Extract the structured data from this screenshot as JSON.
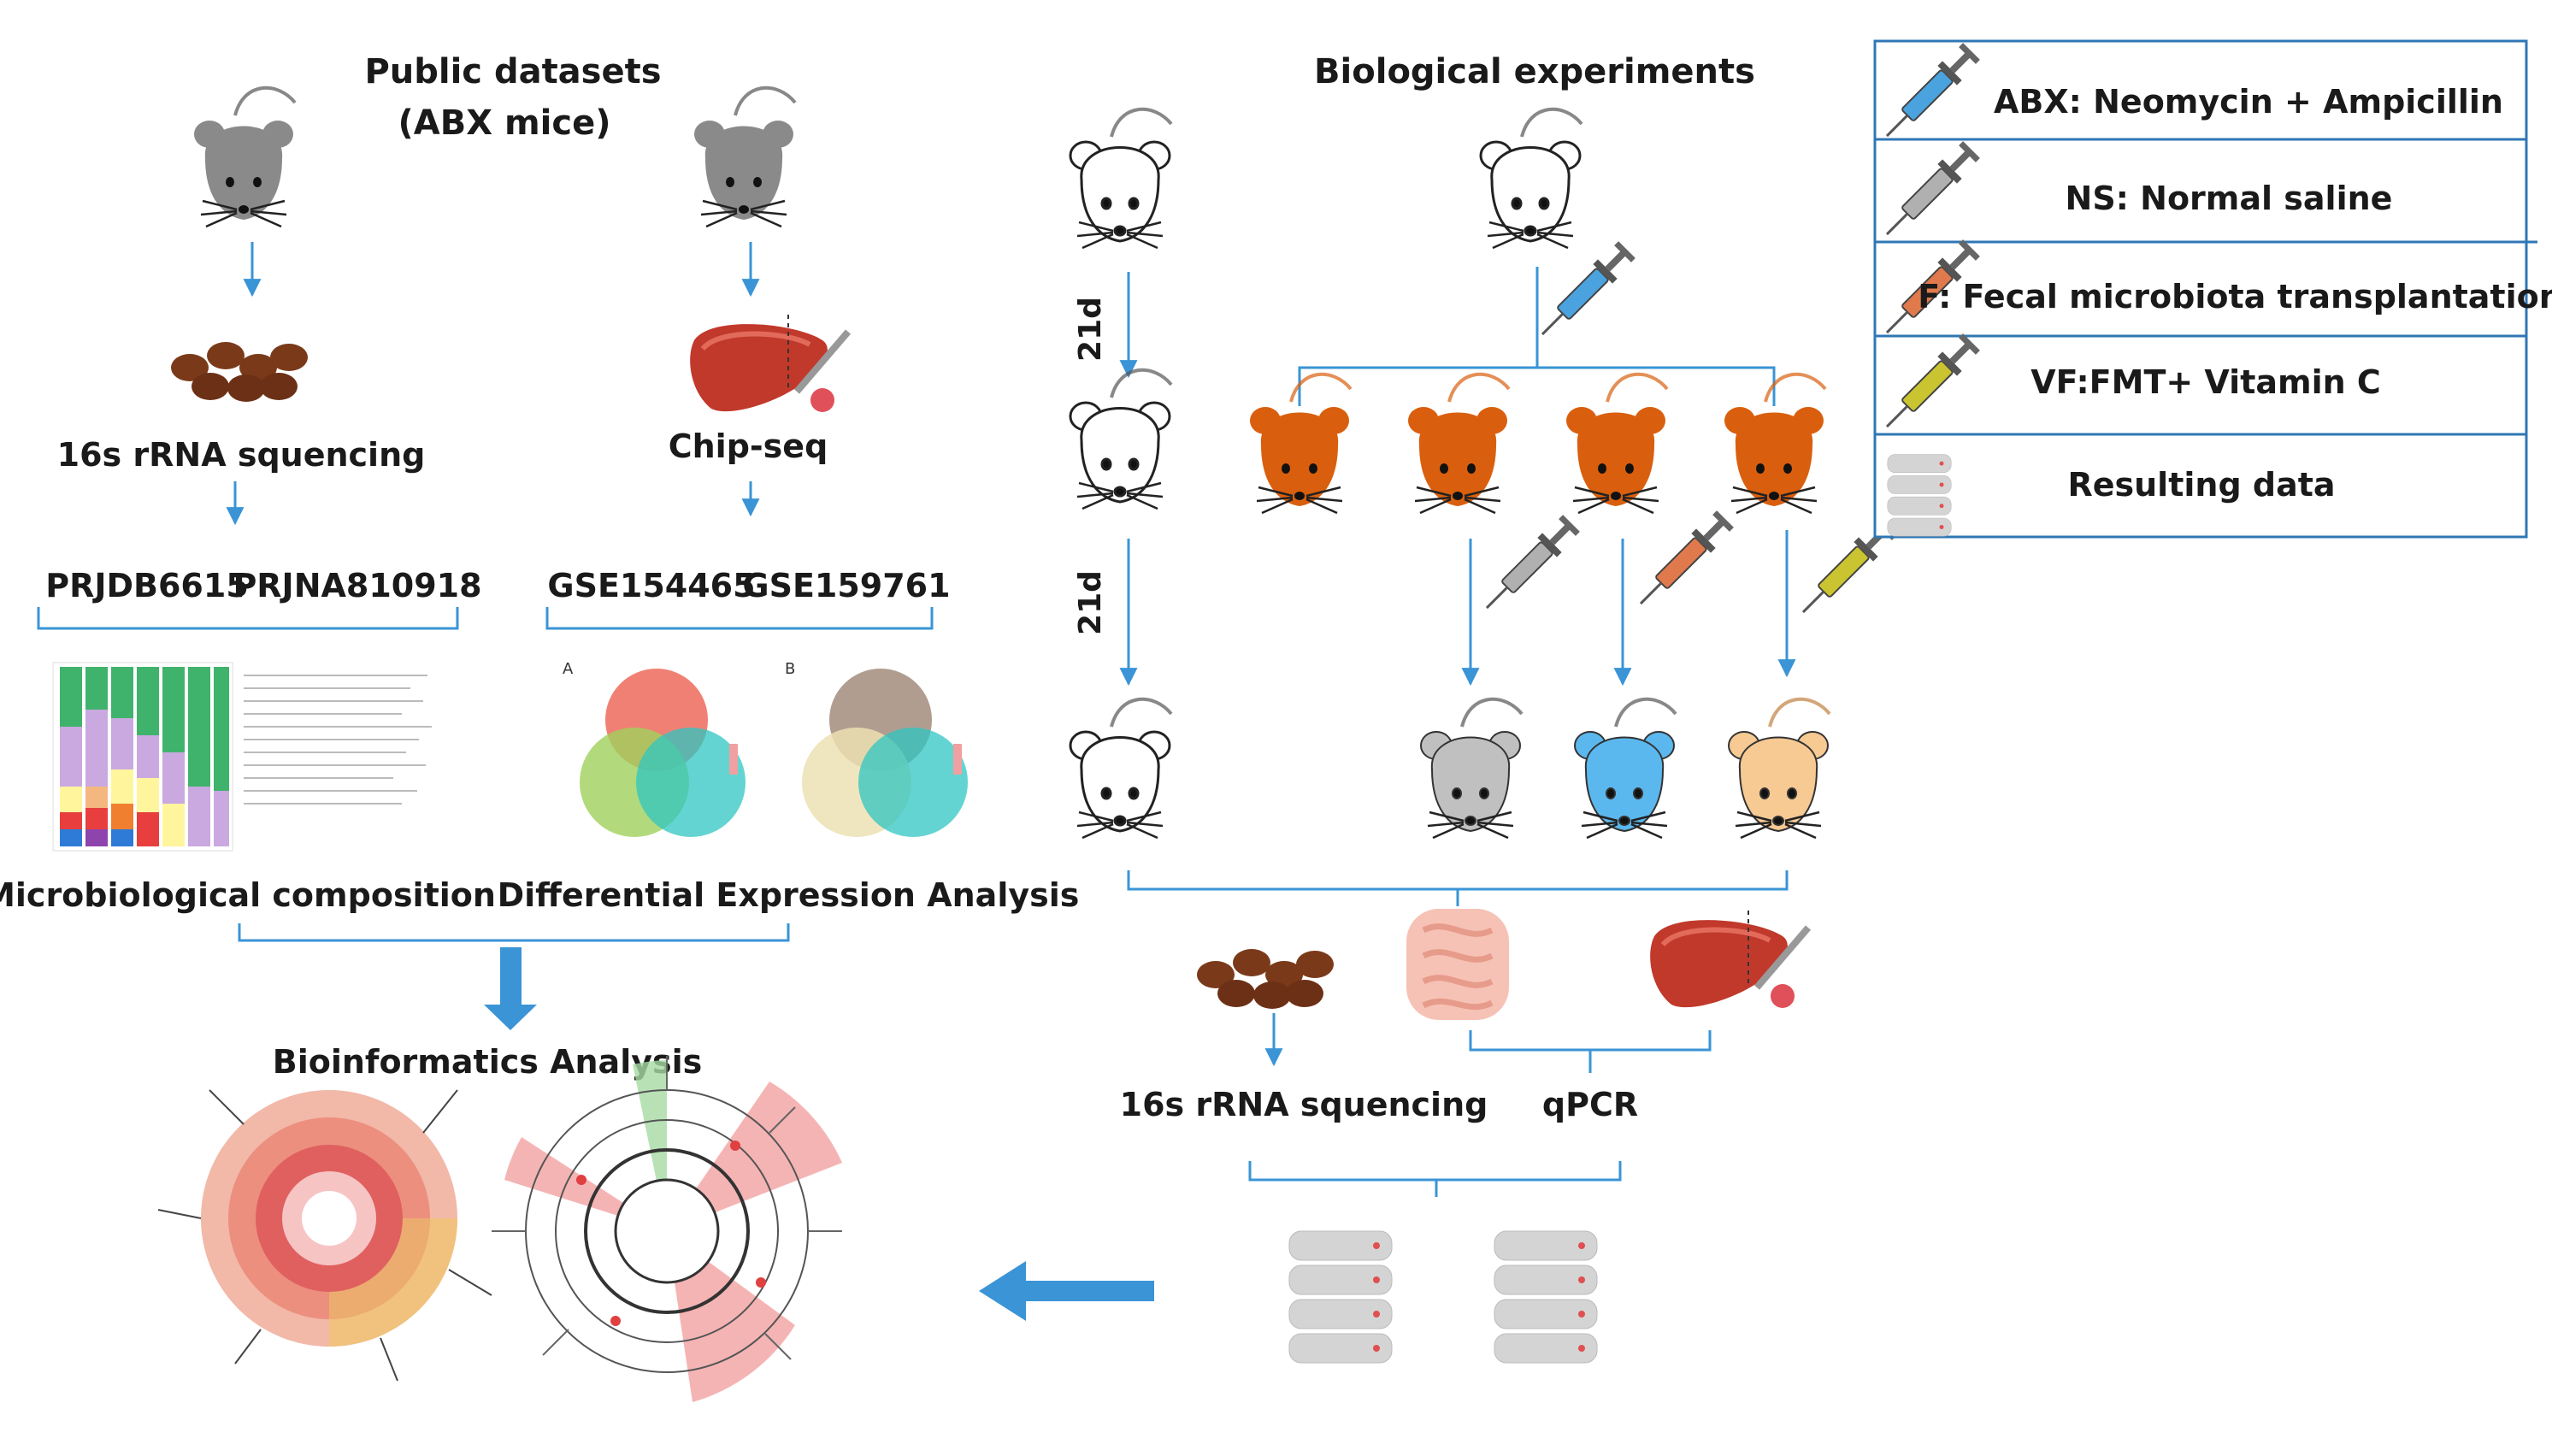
{
  "headers": {
    "public_title": "Public datasets",
    "public_subtitle": "(ABX mice)",
    "bio_title": "Biological experiments"
  },
  "public": {
    "seq_label": "16s rRNA squencing",
    "chip_label": "Chip-seq",
    "dataset_a1": "PRJDB6615",
    "dataset_a2": "PRJNA810918",
    "dataset_b1": "GSE154465",
    "dataset_b2": "GSE159761",
    "microbio_label": "Microbiological composition",
    "dea_label": "Differential Expression Analysis",
    "bioinfo_label": "Bioinformatics  Analysis",
    "venn_a_letter": "A",
    "venn_b_letter": "B"
  },
  "bio": {
    "day_label_1": "21d",
    "day_label_2": "21d",
    "seq_label": "16s rRNA squencing",
    "qpcr_label": "qPCR"
  },
  "legend": [
    {
      "label": "ABX: Neomycin + Ampicillin",
      "icon": "syringe-blue-icon",
      "color": "#3e8fd0"
    },
    {
      "label": "NS: Normal saline",
      "icon": "syringe-gray-icon",
      "color": "#9a9a9a"
    },
    {
      "label": "F: Fecal microbiota transplantation",
      "icon": "syringe-orange-icon",
      "color": "#e07a4d"
    },
    {
      "label": "VF:FMT+ Vitamin C",
      "icon": "syringe-yellow-icon",
      "color": "#c9c430"
    },
    {
      "label": "Resulting data",
      "icon": "database-icon",
      "color": "#c8c8c8"
    }
  ],
  "colors": {
    "arrow": "#3a94d6",
    "mouse_dark": "#8a8a8a",
    "mouse_orange": "#d95f0e",
    "mouse_gray": "#c0c0c0",
    "mouse_blue": "#5bb8ee",
    "mouse_peach": "#f7c993",
    "liver": "#c0392b",
    "feces": "#7a3a1a"
  }
}
